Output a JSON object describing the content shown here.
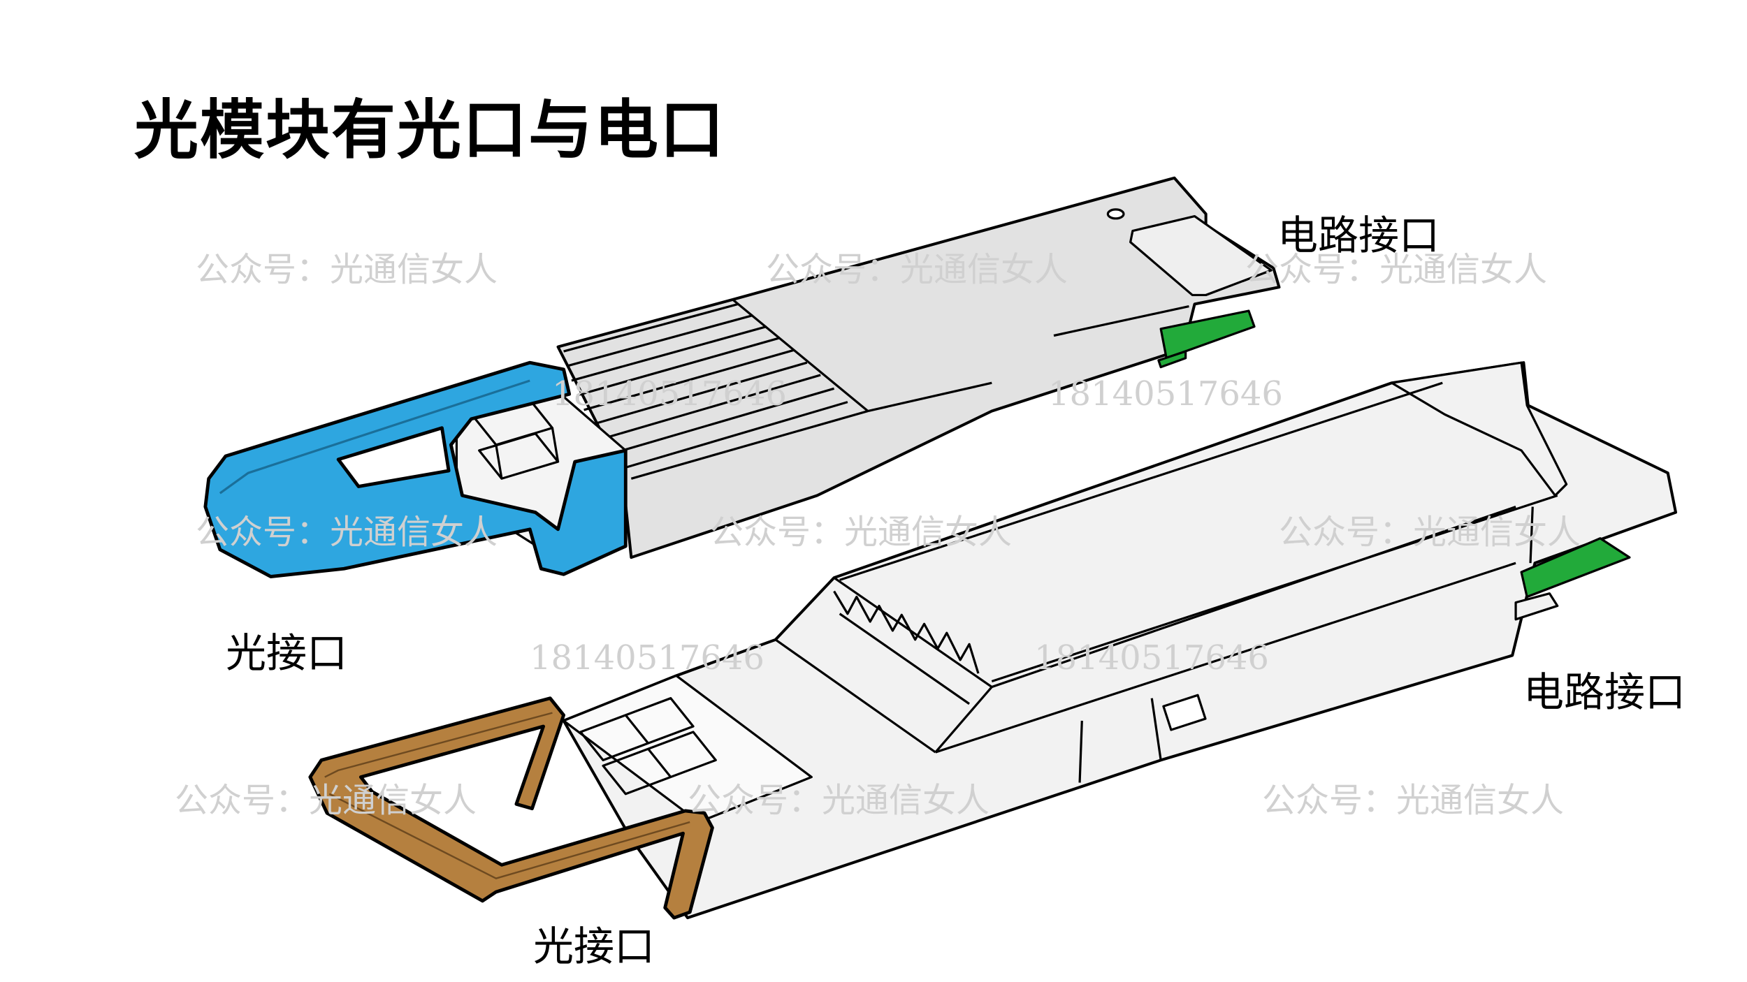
{
  "title": "光模块有光口与电口",
  "labels": {
    "upper_electrical": "电路接口",
    "upper_optical": "光接口",
    "lower_electrical": "电路接口",
    "lower_optical": "光接口"
  },
  "watermarks": {
    "account": "公众号：光通信女人",
    "phone": "18140517646"
  },
  "colors": {
    "upper_pull_tab": "#2ea6e0",
    "lower_handle": "#b5803f",
    "pcb_edge": "#22aa3a",
    "upper_body": "#e2e2e2",
    "lower_body": "#f2f2f2"
  }
}
